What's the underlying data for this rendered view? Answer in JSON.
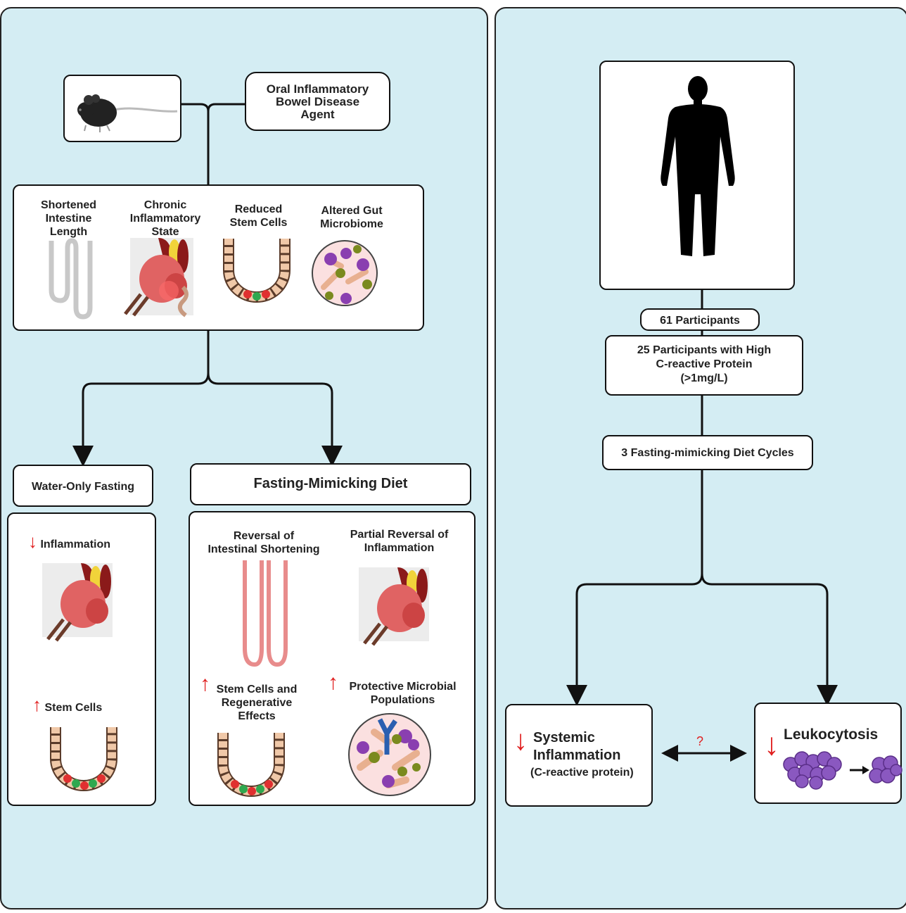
{
  "left_panel": {
    "mouse_label": "",
    "agent": [
      "Oral Inflammatory",
      "Bowel Disease",
      "Agent"
    ],
    "findings": [
      {
        "label": [
          "Shortened",
          "Intestine",
          "Length"
        ]
      },
      {
        "label": [
          "Chronic",
          "Inflammatory",
          "State"
        ]
      },
      {
        "label": [
          "Reduced",
          "Stem Cells"
        ]
      },
      {
        "label": [
          "Altered Gut",
          "Microbiome"
        ]
      }
    ],
    "water_fasting": {
      "title": "Water-Only Fasting",
      "effects": [
        "Inflammation",
        "Stem Cells"
      ]
    },
    "fmd": {
      "title": "Fasting-Mimicking Diet",
      "effects": [
        [
          "Reversal of",
          "Intestinal Shortening"
        ],
        [
          "Partial Reversal of",
          "Inflammation"
        ],
        [
          "Stem Cells and",
          "Regenerative",
          "Effects"
        ],
        [
          "Protective Microbial",
          "Populations"
        ]
      ]
    }
  },
  "right_panel": {
    "participants": "61 Participants",
    "high_crp": [
      "25 Participants with High",
      "C-reactive Protein",
      "(>1mg/L)"
    ],
    "cycles": "3 Fasting-mimicking Diet Cycles",
    "outcome_left": [
      "Systemic",
      "Inflammation",
      "(C-reactive protein)"
    ],
    "outcome_right": "Leukocytosis",
    "question_mark": "?"
  },
  "colors": {
    "panel_bg": "#d4edf3",
    "down_arrow": "#e02020",
    "up_arrow": "#e02020",
    "intestine_gray": "#c8c8c8",
    "intestine_pink": "#e88c8c",
    "microbe_purple": "#8a3fb0",
    "microbe_green": "#7a8a1e"
  },
  "icons": [
    "mouse-icon",
    "human-silhouette-icon",
    "intestine-icon",
    "colon-organ-icon",
    "crypt-stem-cell-icon",
    "microbiome-icon",
    "leukocyte-cluster-icon"
  ]
}
